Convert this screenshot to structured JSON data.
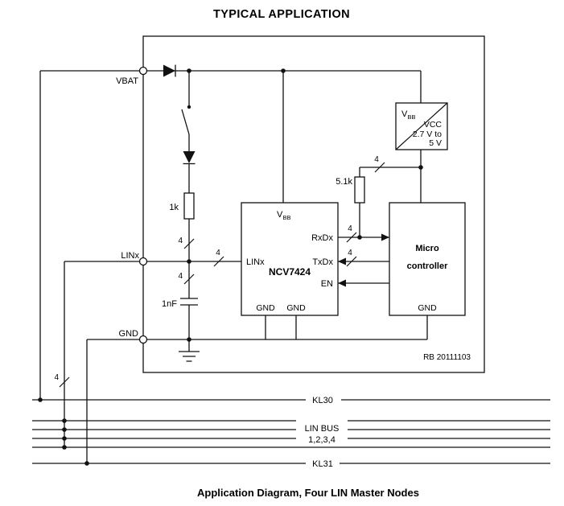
{
  "colors": {
    "ink": "#000000",
    "background": "#ffffff"
  },
  "title": "TYPICAL APPLICATION",
  "caption": "Application Diagram, Four LIN Master Nodes",
  "reference": "RB 20111103",
  "terminals": {
    "vbat": "VBAT",
    "linx": "LINx",
    "gnd": "GND"
  },
  "components": {
    "resistor_top": "1k",
    "resistor_pullup": "5.1k",
    "capacitor": "1nF"
  },
  "transceiver": {
    "part_number": "NCV7424",
    "pin_vbb_letter": "V",
    "pin_vbb_subscript": "BB",
    "pin_linx": "LINx",
    "pin_rxdx": "RxDx",
    "pin_txdx": "TxDx",
    "pin_en": "EN",
    "pin_gnd_left": "GND",
    "pin_gnd_right": "GND"
  },
  "microcontroller": {
    "label_line1": "Micro",
    "label_line2": "controller",
    "pin_gnd": "GND"
  },
  "regulator": {
    "label_letter": "V",
    "label_subscript": "BB",
    "supply_line1": "VCC",
    "supply_line2": "2.7 V to",
    "supply_line3": "5 V"
  },
  "bus_labels": {
    "kl30": "KL30",
    "lin_bus_line1": "LIN BUS",
    "lin_bus_line2": "1,2,3,4",
    "kl31": "KL31"
  },
  "wire_count": "4"
}
